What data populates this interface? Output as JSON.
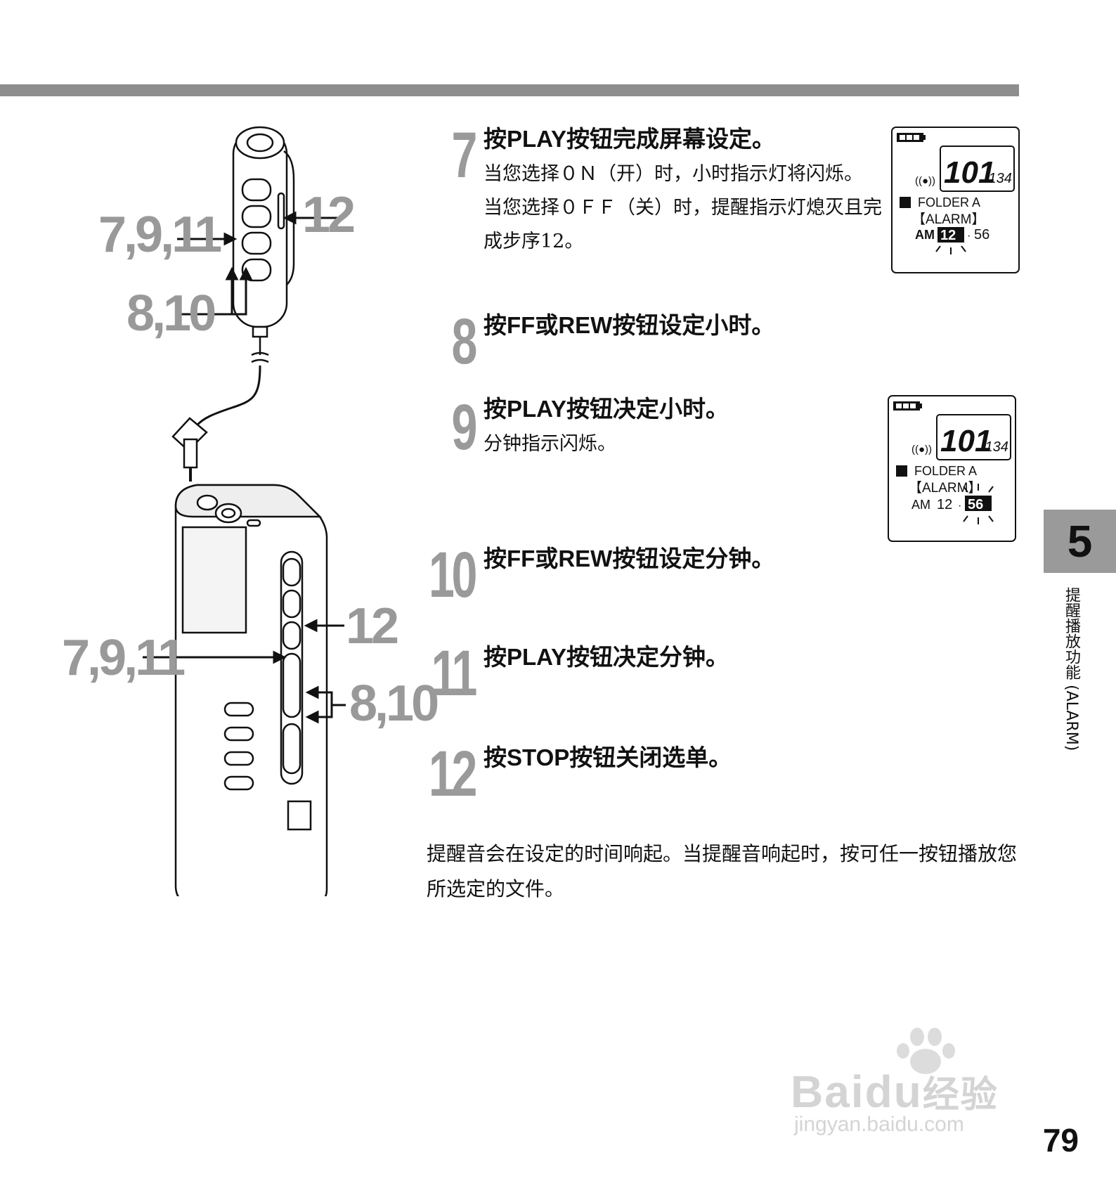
{
  "header": {
    "bar_color": "#8e8e8e"
  },
  "steps": [
    {
      "num": "7",
      "title_prefix": "按",
      "title_key": "PLAY",
      "title_suffix": "按钮完成屏幕设定。",
      "body": [
        "当您选择０Ｎ（开）时，小时指示灯将闪烁。",
        "当您选择０ＦＦ（关）时，提醒指示灯熄灭且完成步序12。"
      ]
    },
    {
      "num": "8",
      "title_prefix": "按",
      "title_key": "FF",
      "title_mid": "或",
      "title_key2": "REW",
      "title_suffix": "按钮设定小时。"
    },
    {
      "num": "9",
      "title_prefix": "按",
      "title_key": "PLAY",
      "title_suffix": "按钮决定小时。",
      "body": [
        "分钟指示闪烁。"
      ]
    },
    {
      "num": "10",
      "title_prefix": "按",
      "title_key": "FF",
      "title_mid": "或",
      "title_key2": "REW",
      "title_suffix": "按钮设定分钟。"
    },
    {
      "num": "11",
      "title_prefix": "按",
      "title_key": "PLAY",
      "title_suffix": "按钮决定分钟。"
    },
    {
      "num": "12",
      "title_prefix": "按",
      "title_key": "STOP",
      "title_suffix": "按钮关闭选单。"
    }
  ],
  "note": "提醒音会在设定的时间响起。当提醒音响起时，按可任一按钮播放您所选定的文件。",
  "lcd1": {
    "folder": "FOLDER A",
    "mode": "【ALARM】",
    "ampm": "AM",
    "hour": "12",
    "minute": "56",
    "file_big": "101",
    "file_total": "/134"
  },
  "lcd2": {
    "folder": "FOLDER A",
    "mode": "【ALARM】",
    "ampm": "AM",
    "hour": "12",
    "minute": "56",
    "file_big": "101",
    "file_total": "/134"
  },
  "callouts": {
    "remote_left": "7,9,11",
    "remote_right": "12",
    "remote_bottom": "8,10",
    "recorder_left": "7,9,11",
    "recorder_right_top": "12",
    "recorder_right_bottom": "8,10"
  },
  "chapter": {
    "number": "5",
    "title": "提醒播放功能 (ALARM)",
    "tab_color": "#9a9a9a"
  },
  "page_number": "79",
  "watermark": {
    "brand": "Bai",
    "brand2": "du",
    "brand_cn": "经验",
    "url": "jingyan.baidu.com"
  }
}
